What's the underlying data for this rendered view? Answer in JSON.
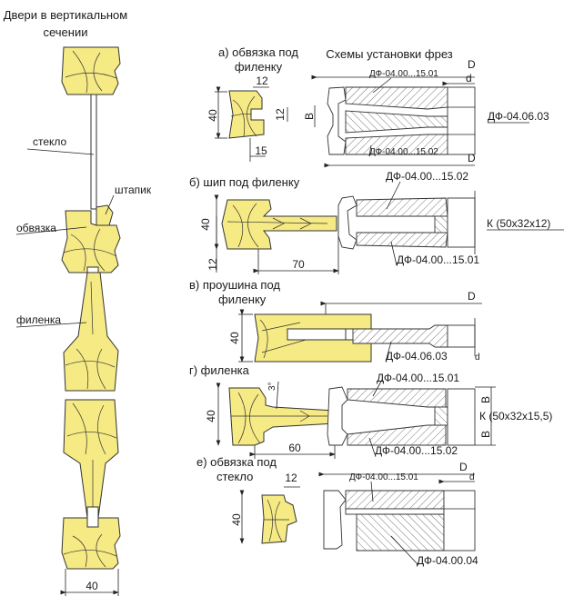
{
  "door": {
    "title_line1": "Двери в вертикальном",
    "title_line2": "сечении",
    "label_glass": "стекло",
    "label_bead": "штапик",
    "label_frame": "обвязка",
    "label_panel": "филенка",
    "dim_width": "40"
  },
  "scheme_title": "Схемы установки фрез",
  "section_a": {
    "title_line1": "а) обвязка под",
    "title_line2": "филенку",
    "dim_height": "40",
    "dim_top": "12",
    "dim_slot": "12",
    "dim_bottom": "15",
    "label_D_top": "D",
    "label_d": "d",
    "label_B": "B",
    "part_top": "ДФ-04.00...15.01",
    "part_right": "ДФ-04.06.03",
    "part_bottom": "ДФ-04.00...15.02",
    "label_D_bottom": "D"
  },
  "section_b": {
    "title": "б) шип под филенку",
    "part_top": "ДФ-04.00...15.02",
    "part_ring": "К (50х32х12)",
    "part_bottom": "ДФ-04.00...15.01",
    "dim_height": "40",
    "dim_tenon": "12",
    "dim_length": "70"
  },
  "section_v": {
    "title_line1": "в) проушина под",
    "title_line2": "филенку",
    "label_D": "D",
    "dim_height": "40",
    "part": "ДФ-04.06.03",
    "label_d": "d"
  },
  "section_g": {
    "title": "г) филенка",
    "part_top": "ДФ-04.00...15.01",
    "label_B_top": "B",
    "part_ring": "К (50х32х15,5)",
    "label_B_bottom": "B",
    "part_bottom": "ДФ-04.00...15.02",
    "dim_height": "40",
    "dim_angle": "3°",
    "dim_length": "60"
  },
  "section_e": {
    "title_line1": "е) обвязка под",
    "title_line2": "стекло",
    "dim_top": "12",
    "dim_height": "40",
    "label_D": "D",
    "part_top": "ДФ-04.00...15.01",
    "label_d": "d",
    "part_bottom": "ДФ-04.00.04"
  }
}
